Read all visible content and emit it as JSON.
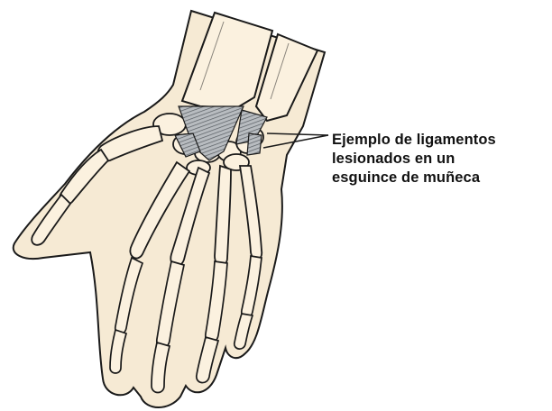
{
  "callout": {
    "lines": [
      "Ejemplo de ligamentos",
      "lesionados en un",
      "esguince de muñeca"
    ]
  },
  "colors": {
    "skin": "#f6ead4",
    "bone": "#fbf1df",
    "ligament": "#8a8f95",
    "outline": "#1a1a1a"
  }
}
